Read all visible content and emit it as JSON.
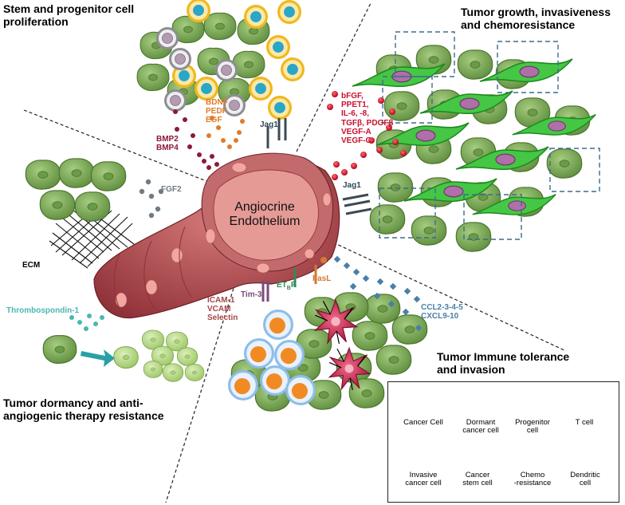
{
  "titles": {
    "stem": "Stem and progenitor cell\nproliferation",
    "tumor_growth": "Tumor growth, invasiveness\nand chemoresistance",
    "dormancy": "Tumor dormancy and anti-\nangiogenic therapy resistance",
    "immune": "Tumor Immune tolerance\nand invasion"
  },
  "center": "Angiocrine\nEndothelium",
  "labels": {
    "bdnf": "BDNF\nPEDF\nEGF",
    "bmp": "BMP2\nBMP4",
    "jag1_top": "Jag1",
    "growth_factors": "bFGF,\nPPET1,\nIL-6, -8,\nTGFβ, PDGFβ\nVEGF-A\nVEGF-C",
    "jag1_right": "Jag1",
    "fgf2": "FGF2",
    "ecm": "ECM",
    "thrombospondin": "Thrombospondin-1",
    "adhesion": "ICAM-1\nVCAM\nSelectin",
    "tim3": "Tim-3",
    "etbr": "ET",
    "etbr_sub": "B",
    "etbr_end": "R",
    "fasl": "FasL",
    "ccl": "CCL2-3-4-5\nCXCL9-10"
  },
  "legend": {
    "items": [
      "Cancer Cell",
      "Dormant\ncancer cell",
      "Progenitor\ncell",
      "T cell",
      "Invasive\ncancer cell",
      "Cancer\nstem cell",
      "Chemo\n-resistance",
      "Dendritic\ncell"
    ]
  },
  "colors": {
    "cancer_cell": "#7aa856",
    "dormant_cell": "#b5d68a",
    "vessel": "#a8454a",
    "vessel_inner": "#e89a98",
    "invasive": "#3cc23c",
    "stem_ring": "#f4c330",
    "stem_core": "#29a7c9",
    "t_cell": "#9cc5ef",
    "t_core": "#f08a24",
    "dendritic": "#c4204a",
    "chemo_box": "#3d6b8e",
    "growth_factor": "#c8102e",
    "bmp": "#8b1a3a",
    "bdnf": "#e07b2a",
    "grey_ligand": "#6f7c85",
    "teal_ligand": "#49b8b0",
    "blue_ligand": "#4a7fa8"
  }
}
